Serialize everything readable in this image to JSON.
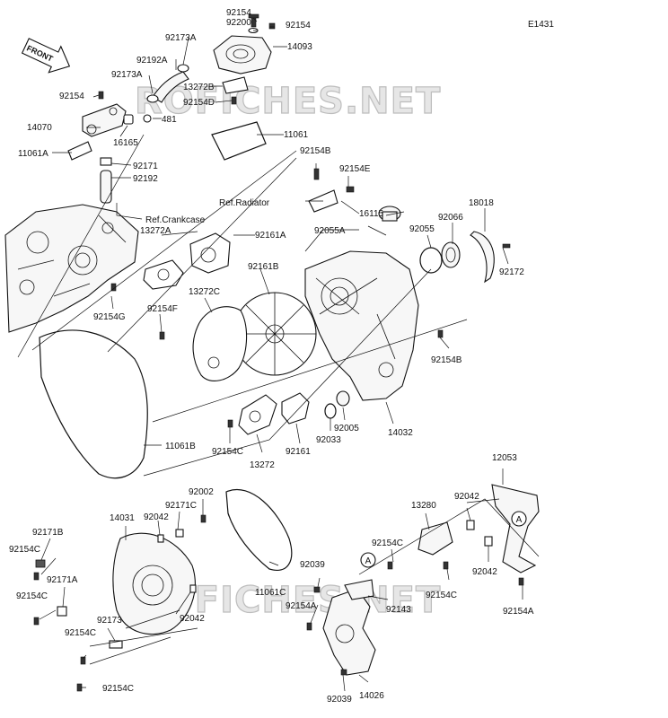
{
  "diagram_code": "E1431",
  "front_arrow_text": "FRONT",
  "watermark": "ROFICHES.NET",
  "watermark2": "ROFICHES.NET",
  "ref_labels": {
    "radiator": "Ref.Radiator",
    "crankcase": "Ref.Crankcase"
  },
  "callout_letter": "A",
  "labels": [
    {
      "id": "l1",
      "text": "92154"
    },
    {
      "id": "l2",
      "text": "92200"
    },
    {
      "id": "l3",
      "text": "92154"
    },
    {
      "id": "l4",
      "text": "92173A"
    },
    {
      "id": "l5",
      "text": "14093"
    },
    {
      "id": "l6",
      "text": "92192A"
    },
    {
      "id": "l7",
      "text": "92173A"
    },
    {
      "id": "l8",
      "text": "13272B"
    },
    {
      "id": "l9",
      "text": "92154D"
    },
    {
      "id": "l10",
      "text": "92154"
    },
    {
      "id": "l11",
      "text": "481"
    },
    {
      "id": "l12",
      "text": "14070"
    },
    {
      "id": "l13",
      "text": "16165"
    },
    {
      "id": "l14",
      "text": "11061"
    },
    {
      "id": "l15",
      "text": "11061A"
    },
    {
      "id": "l16",
      "text": "92171"
    },
    {
      "id": "l17",
      "text": "92192"
    },
    {
      "id": "l18",
      "text": "92154B"
    },
    {
      "id": "l19",
      "text": "92154E"
    },
    {
      "id": "l20",
      "text": "16115"
    },
    {
      "id": "l21",
      "text": "18018"
    },
    {
      "id": "l22",
      "text": "92066"
    },
    {
      "id": "l23",
      "text": "92055A"
    },
    {
      "id": "l24",
      "text": "92055"
    },
    {
      "id": "l25",
      "text": "13272A"
    },
    {
      "id": "l26",
      "text": "92161A"
    },
    {
      "id": "l27",
      "text": "92172"
    },
    {
      "id": "l28",
      "text": "92161B"
    },
    {
      "id": "l29",
      "text": "13272C"
    },
    {
      "id": "l30",
      "text": "92154G"
    },
    {
      "id": "l31",
      "text": "92154F"
    },
    {
      "id": "l32",
      "text": "92154B"
    },
    {
      "id": "l33",
      "text": "92005"
    },
    {
      "id": "l34",
      "text": "92033"
    },
    {
      "id": "l35",
      "text": "14032"
    },
    {
      "id": "l36",
      "text": "11061B"
    },
    {
      "id": "l37",
      "text": "92154C"
    },
    {
      "id": "l38",
      "text": "92161"
    },
    {
      "id": "l39",
      "text": "13272"
    },
    {
      "id": "l40",
      "text": "12053"
    },
    {
      "id": "l41",
      "text": "92002"
    },
    {
      "id": "l42",
      "text": "92171C"
    },
    {
      "id": "l43",
      "text": "14031"
    },
    {
      "id": "l44",
      "text": "92042"
    },
    {
      "id": "l45",
      "text": "92171B"
    },
    {
      "id": "l46",
      "text": "92154C"
    },
    {
      "id": "l47",
      "text": "92171A"
    },
    {
      "id": "l48",
      "text": "92154C"
    },
    {
      "id": "l49",
      "text": "92173"
    },
    {
      "id": "l50",
      "text": "92154C"
    },
    {
      "id": "l51",
      "text": "92154C"
    },
    {
      "id": "l52",
      "text": "92042"
    },
    {
      "id": "l53",
      "text": "11061C"
    },
    {
      "id": "l54",
      "text": "13280"
    },
    {
      "id": "l55",
      "text": "92042"
    },
    {
      "id": "l56",
      "text": "92154C"
    },
    {
      "id": "l57",
      "text": "92042"
    },
    {
      "id": "l58",
      "text": "92039"
    },
    {
      "id": "l59",
      "text": "92154C"
    },
    {
      "id": "l60",
      "text": "92143"
    },
    {
      "id": "l61",
      "text": "92154A"
    },
    {
      "id": "l62",
      "text": "92154A"
    },
    {
      "id": "l63",
      "text": "92039"
    },
    {
      "id": "l64",
      "text": "14026"
    }
  ]
}
